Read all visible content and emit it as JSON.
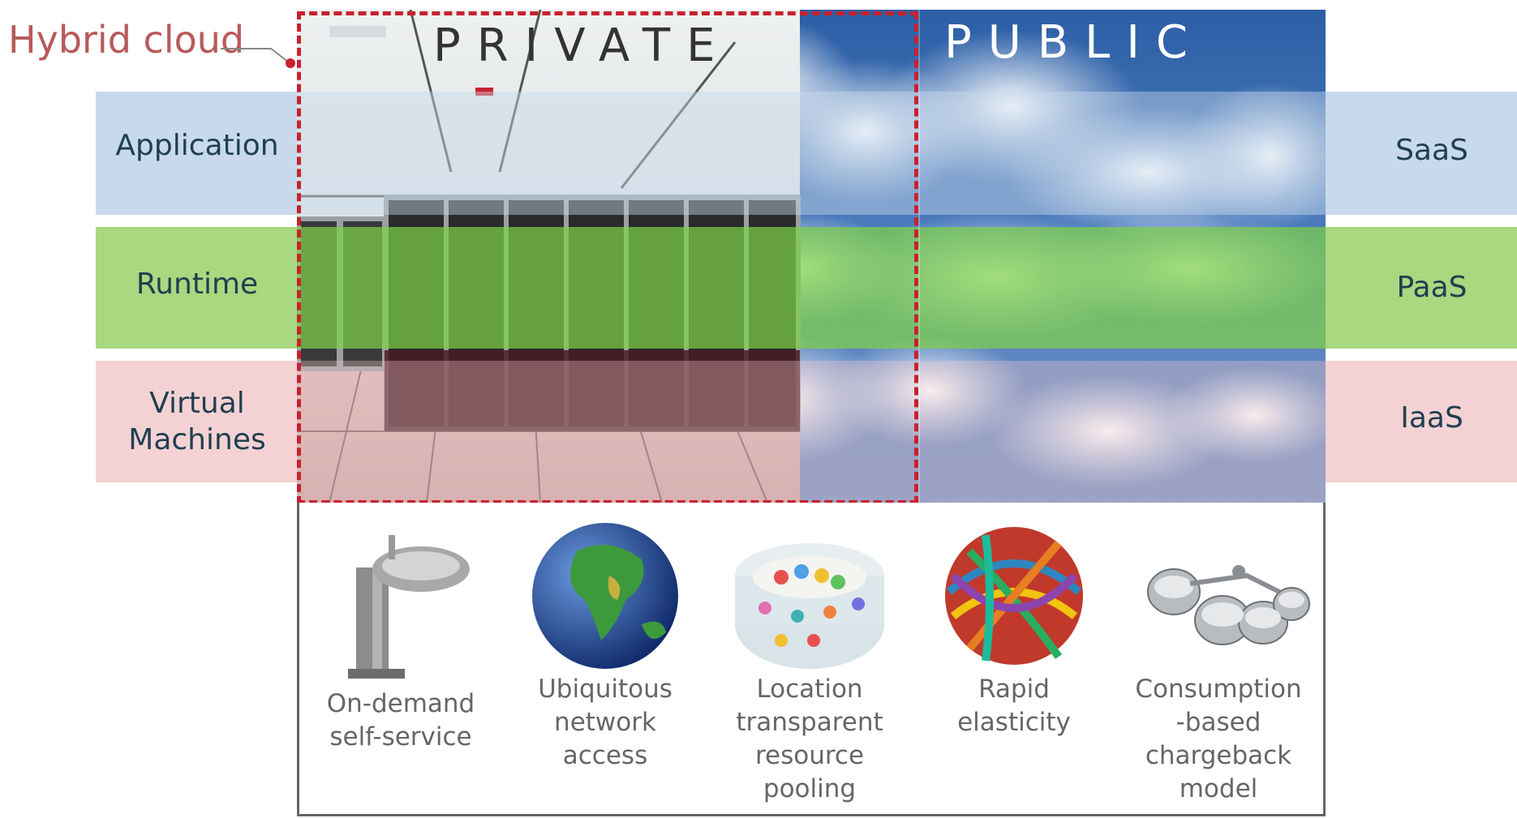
{
  "hybrid_label": "Hybrid cloud",
  "private_label": "PRIVATE",
  "public_label": "PUBLIC",
  "layers": [
    {
      "left": "Application",
      "right": "SaaS",
      "color": "#c7d9ea"
    },
    {
      "left": "Runtime",
      "right": "PaaS",
      "color": "#a8d880"
    },
    {
      "left_line1": "Virtual",
      "left_line2": "Machines",
      "right": "IaaS",
      "color": "#f4d2d4"
    }
  ],
  "characteristics": [
    {
      "line1": "On-demand",
      "line2": "self-service",
      "icon": "drinking-fountain-icon"
    },
    {
      "line1": "Ubiquitous",
      "line2": "network",
      "line3": "access",
      "icon": "globe-icon"
    },
    {
      "line1": "Location",
      "line2": "transparent",
      "line3": "resource",
      "line4": "pooling",
      "icon": "ball-pit-icon"
    },
    {
      "line1": "Rapid",
      "line2": "elasticity",
      "icon": "rubber-band-ball-icon"
    },
    {
      "line1": "Consumption",
      "line2": "-based",
      "line3": "chargeback",
      "line4": "model",
      "icon": "measuring-cups-icon"
    }
  ],
  "colors": {
    "dash": "#c8212e",
    "hybrid_text": "#b85a5a",
    "sky": "#2f62a8"
  }
}
